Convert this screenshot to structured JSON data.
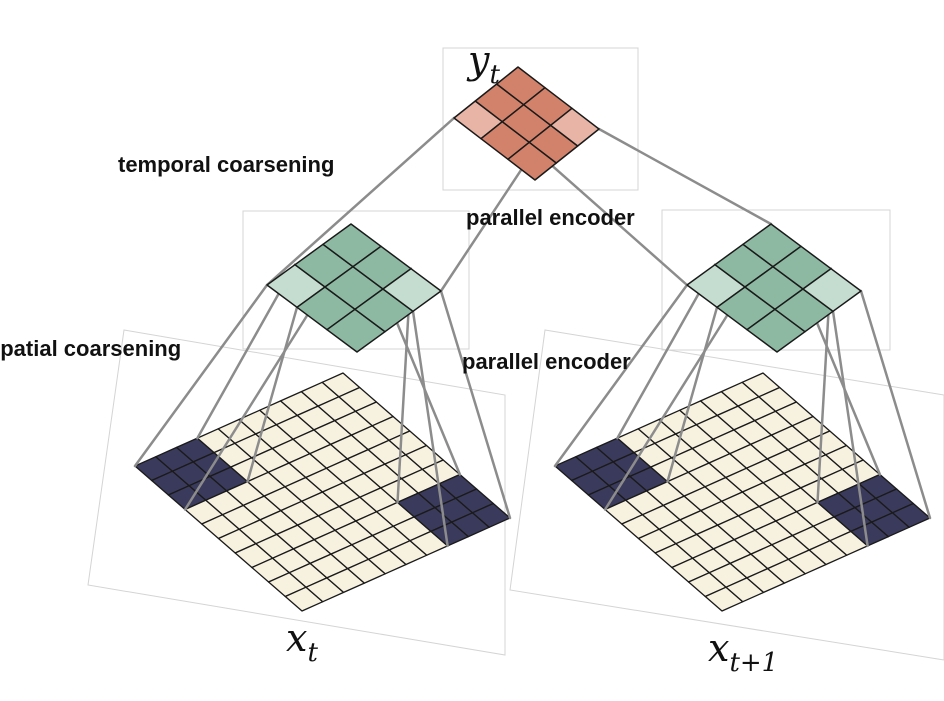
{
  "labels": {
    "temporal": "temporal coarsening",
    "spatial": "spatial coarsening",
    "parallel_top": "parallel encoder",
    "parallel_mid": "parallel encoder"
  },
  "math": {
    "y_var": "y",
    "y_sub": "t",
    "xl_var": "x",
    "xl_sub": "t",
    "xr_var": "x",
    "xr_sub": "t+1"
  },
  "colors": {
    "top_main": "#d2826a",
    "top_light": "#e8b4a6",
    "mid_main": "#8db9a3",
    "mid_light": "#c4ddd0",
    "base_cream": "#f7f1e0",
    "base_dark": "#3a3a5c",
    "connector": "#8c8c8c",
    "frame": "#d4d4d4"
  }
}
